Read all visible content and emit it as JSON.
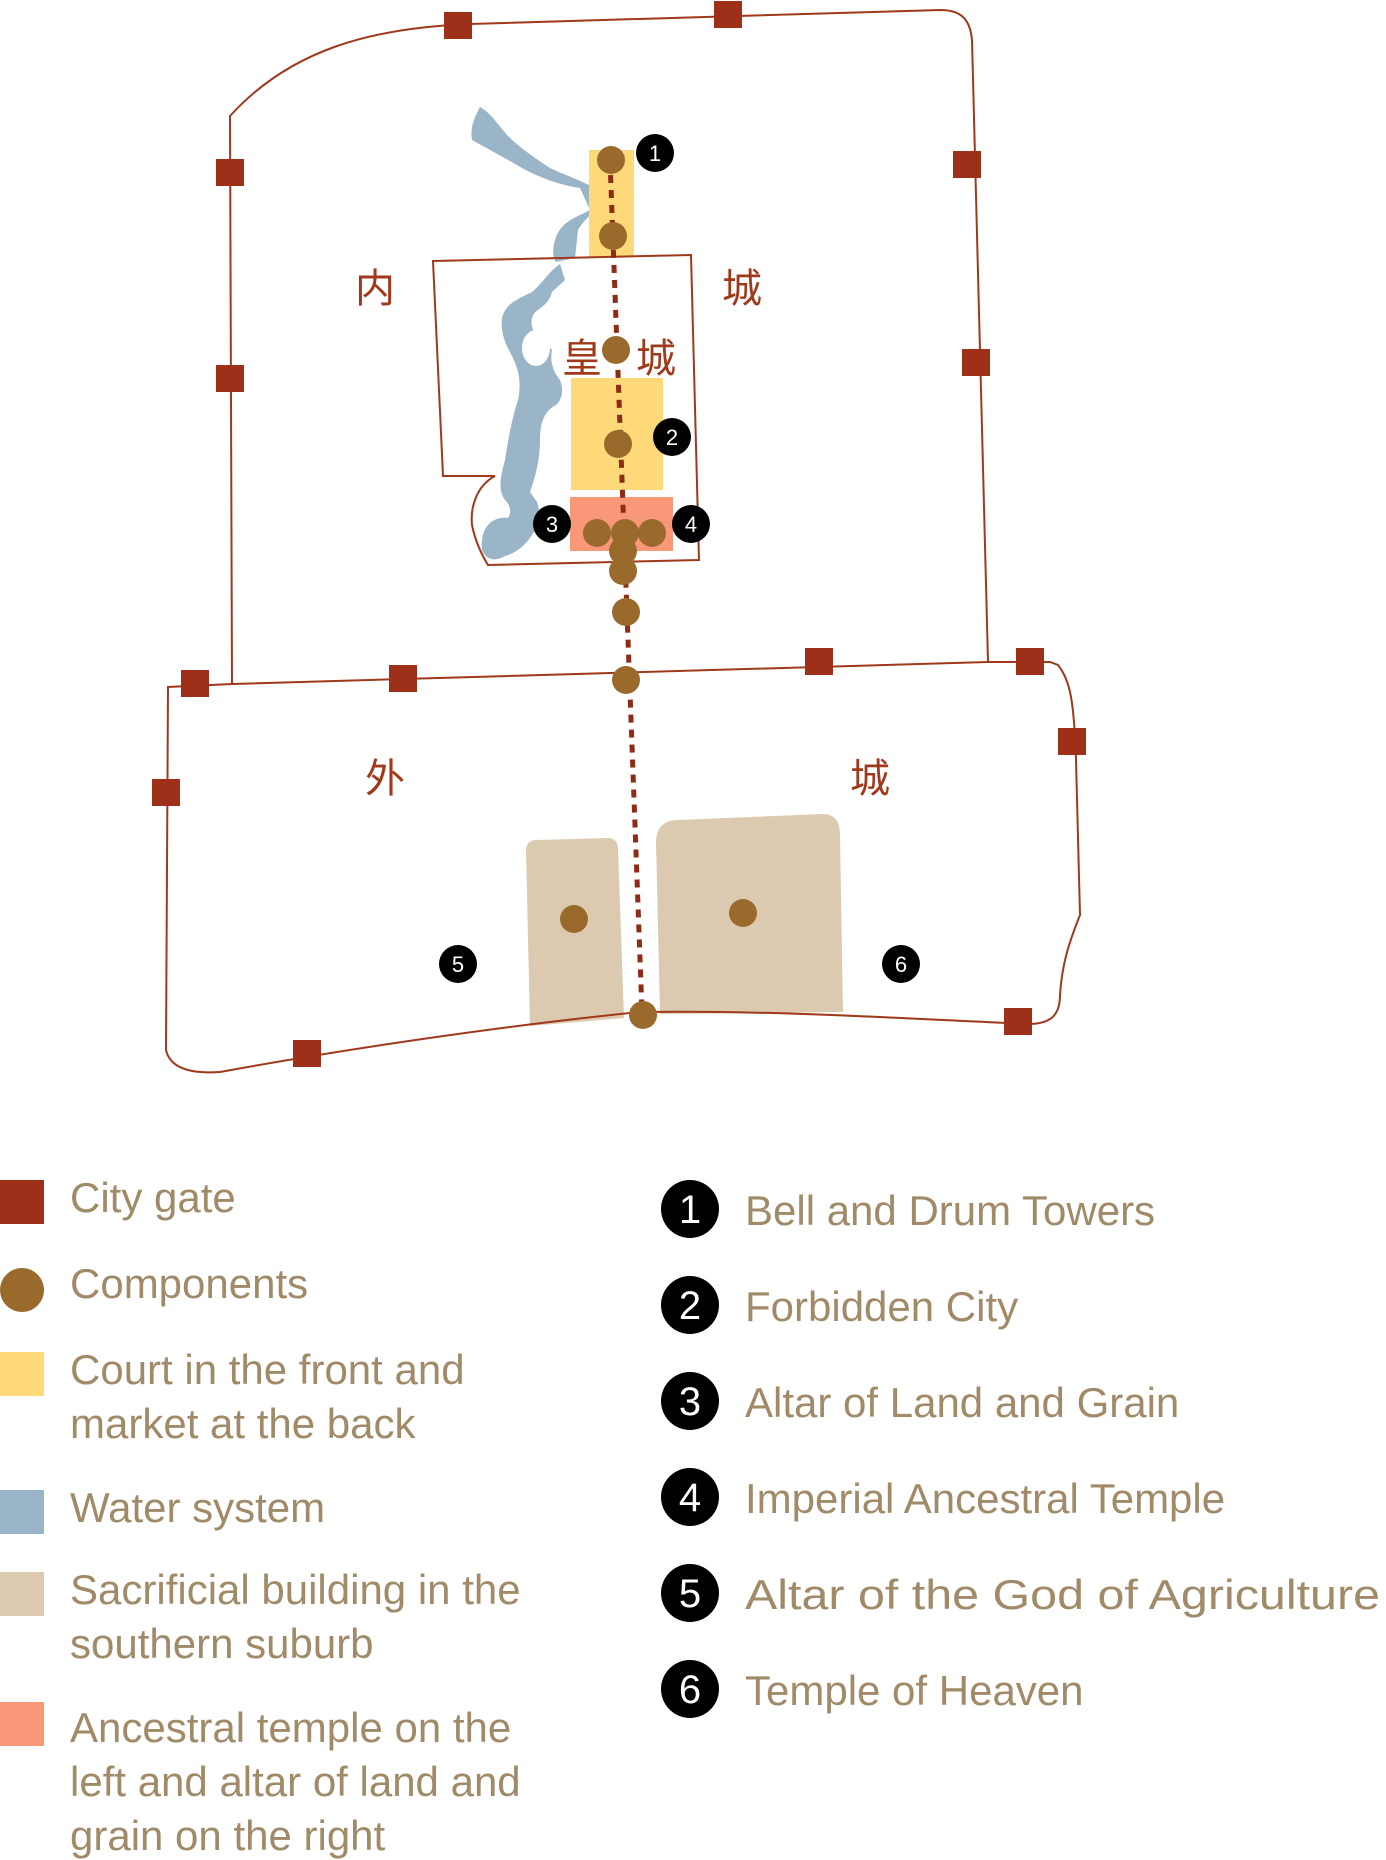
{
  "colors": {
    "wall": "#a0391c",
    "gate": "#9e2f18",
    "component": "#9a6a2c",
    "court": "#fdd97a",
    "water": "#9ab5c8",
    "sacrificial": "#dccab0",
    "ancestral": "#f99878",
    "axis": "#8e2a15",
    "legend_text": "#a08a67",
    "badge": "#000000",
    "badge_text": "#ffffff"
  },
  "map_labels": {
    "inner_left": "内",
    "inner_right": "城",
    "imperial_left": "皇",
    "imperial_right": "城",
    "outer_left": "外",
    "outer_right": "城"
  },
  "map_markers": [
    "1",
    "2",
    "3",
    "4",
    "5",
    "6"
  ],
  "legend_left": [
    {
      "swatch": "gate-square",
      "lines": [
        "City gate"
      ]
    },
    {
      "swatch": "component-circle",
      "lines": [
        "Components"
      ]
    },
    {
      "swatch": "court-square",
      "lines": [
        "Court in the front and",
        "market at the back"
      ]
    },
    {
      "swatch": "water-square",
      "lines": [
        "Water system"
      ]
    },
    {
      "swatch": "sacrificial-square",
      "lines": [
        "Sacrificial building in the",
        "southern suburb"
      ]
    },
    {
      "swatch": "ancestral-square",
      "lines": [
        "Ancestral temple on the",
        "left and altar of land and",
        "grain on the right"
      ]
    }
  ],
  "legend_right": [
    {
      "num": "1",
      "label": "Bell and Drum Towers"
    },
    {
      "num": "2",
      "label": "Forbidden City"
    },
    {
      "num": "3",
      "label": "Altar of Land and Grain"
    },
    {
      "num": "4",
      "label": "Imperial Ancestral Temple"
    },
    {
      "num": "5",
      "label": "Altar of the God of Agriculture"
    },
    {
      "num": "6",
      "label": "Temple of Heaven"
    }
  ]
}
